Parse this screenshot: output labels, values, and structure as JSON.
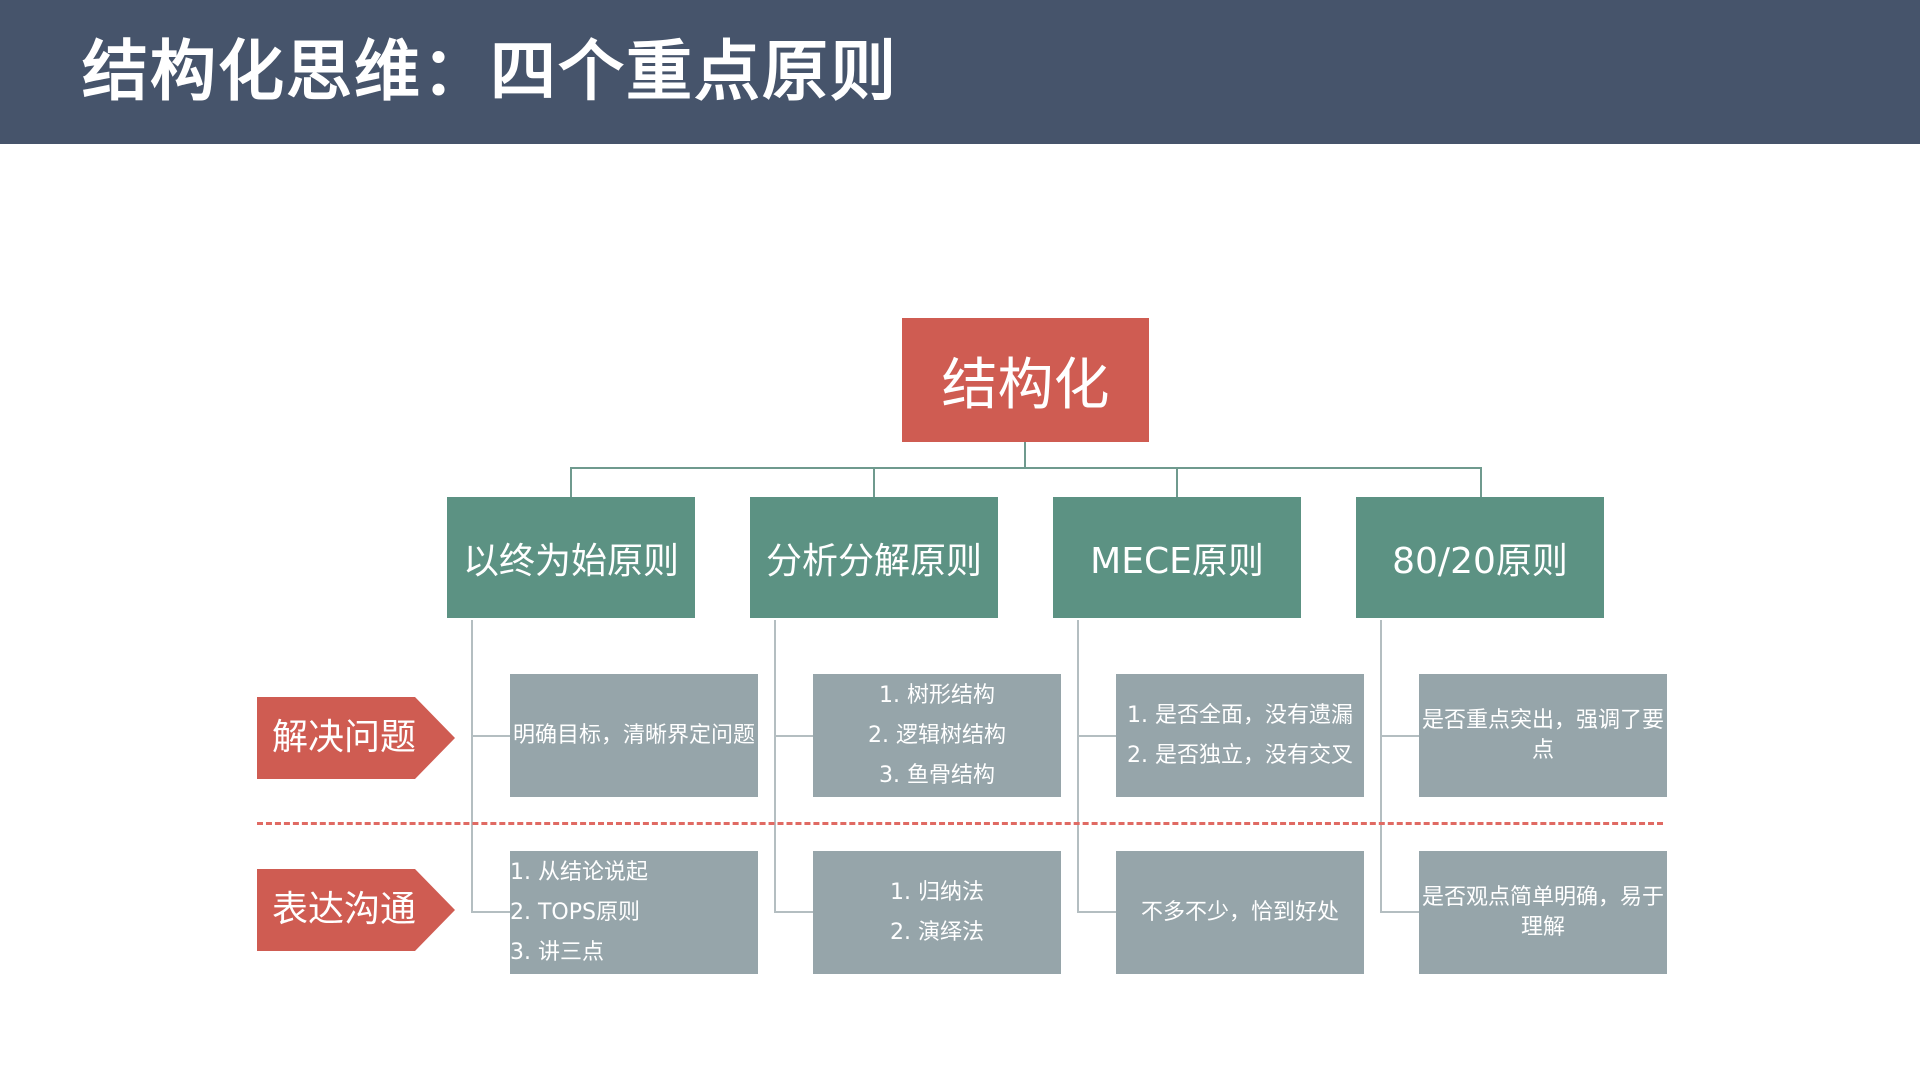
{
  "title": "结构化思维：四个重点原则",
  "root": "结构化",
  "principles": [
    "以终为始原则",
    "分析分解原则",
    "MECE原则",
    "80/20原则"
  ],
  "rows": [
    {
      "label": "解决问题",
      "cells": [
        [
          "明确目标，清晰界定问题"
        ],
        [
          "1. 树形结构",
          "2. 逻辑树结构",
          "3. 鱼骨结构"
        ],
        [
          "1. 是否全面，没有遗漏",
          "2. 是否独立，没有交叉"
        ],
        [
          "是否重点突出，强调了要点"
        ]
      ]
    },
    {
      "label": "表达沟通",
      "cells": [
        [
          "1. 从结论说起",
          "2. TOPS原则",
          "3. 讲三点"
        ],
        [
          "1. 归纳法",
          "2. 演绎法"
        ],
        [
          "不多不少，恰到好处"
        ],
        [
          "是否观点简单明确，易于理解"
        ]
      ]
    }
  ],
  "colors": {
    "header": "#46546b",
    "root": "#cf5c52",
    "principle": "#5c9283",
    "detail": "#96a5aa",
    "tag": "#cf5c52",
    "divider": "#e06a63"
  }
}
